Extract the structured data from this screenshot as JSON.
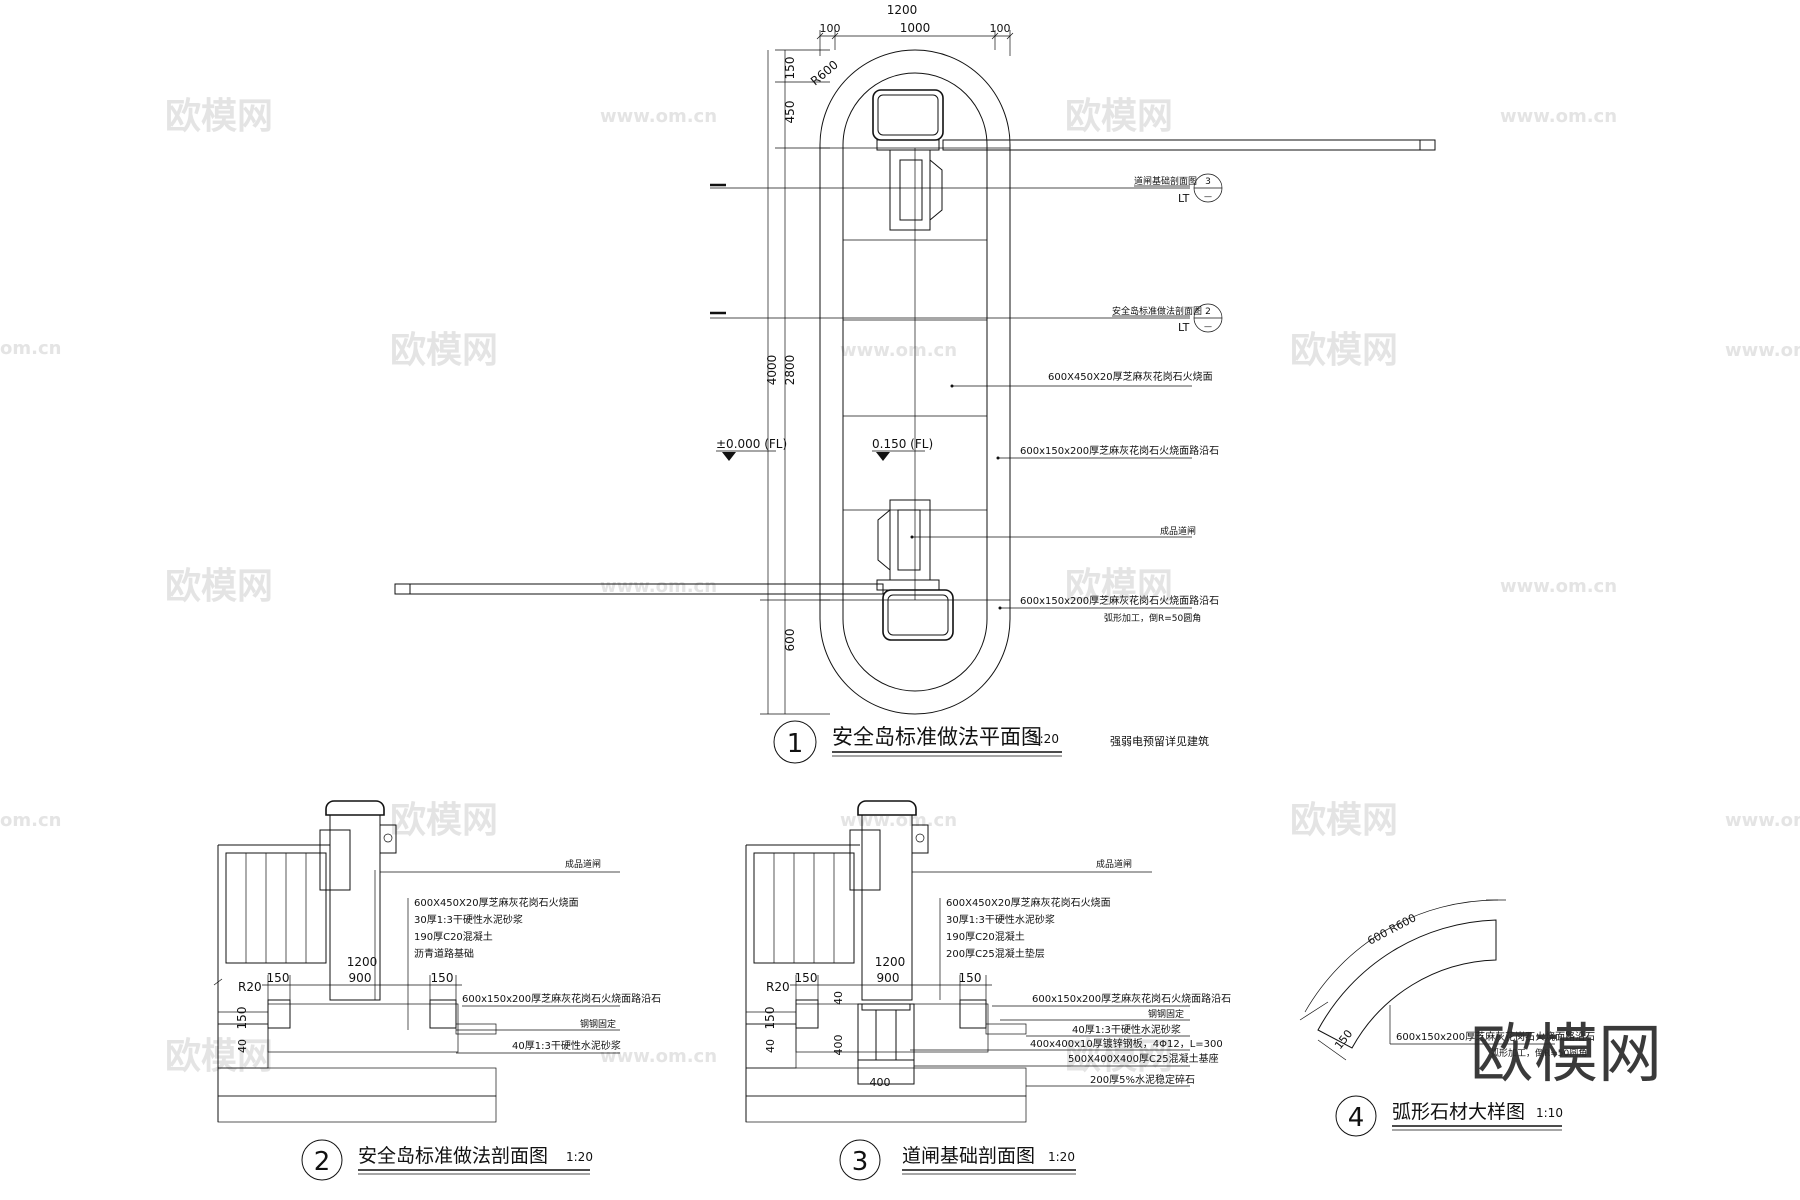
{
  "watermarks": {
    "brand": "欧模网",
    "url": "www.om.cn",
    "url_edge": "om.cn"
  },
  "plan": {
    "title": "安全岛标准做法平面图",
    "number": "1",
    "scale": "1:20",
    "note": "强弱电预留详见建筑",
    "dims_top": {
      "total": "1200",
      "left": "100",
      "middle": "1000",
      "right": "100"
    },
    "dims_left": {
      "d150": "150",
      "d450": "450",
      "d4000": "4000",
      "d2800": "2800",
      "d600": "600"
    },
    "radius": "R600",
    "elevation_left": "±0.000 (FL)",
    "elevation_center": "0.150 (FL)",
    "callouts": {
      "gate_section": "道闸基础剖面图",
      "island_section": "安全岛标准做法剖面图",
      "paving": "600X450X20厚芝麻灰花岗石火烧面",
      "curb_mid": "600x150x200厚芝麻灰花岗石火烧面路沿石",
      "gate_product": "成品道闸",
      "curb_end": "600x150x200厚芝麻灰花岗石火烧面路沿石",
      "curb_end_note": "弧形加工，倒R=50圆角"
    },
    "ref_gate": {
      "num": "3",
      "sheet": "LT",
      "dash": "—"
    },
    "ref_island": {
      "num": "2",
      "sheet": "LT",
      "dash": "—"
    }
  },
  "section2": {
    "title": "安全岛标准做法剖面图",
    "number": "2",
    "scale": "1:20",
    "labels": {
      "gate": "成品道闸",
      "l1": "600X450X20厚芝麻灰花岗石火烧面",
      "l2": "30厚1:3干硬性水泥砂浆",
      "l3": "190厚C20混凝土",
      "l4": "沥青道路基础",
      "l5": "600x150x200厚芝麻灰花岗石火烧面路沿石",
      "l6": "钢钢固定",
      "l7": "40厚1:3干硬性水泥砂浆"
    },
    "dims": {
      "d1200": "1200",
      "d150a": "150",
      "d900": "900",
      "d150b": "150",
      "r20": "R20",
      "v150": "150",
      "v40": "40"
    }
  },
  "section3": {
    "title": "道闸基础剖面图",
    "number": "3",
    "scale": "1:20",
    "labels": {
      "gate": "成品道闸",
      "l1": "600X450X20厚芝麻灰花岗石火烧面",
      "l2": "30厚1:3干硬性水泥砂浆",
      "l3": "190厚C20混凝土",
      "l4": "200厚C25混凝土垫层",
      "l5": "600x150x200厚芝麻灰花岗石火烧面路沿石",
      "l6": "钢钢固定",
      "l7": "40厚1:3干硬性水泥砂浆",
      "l8": "400x400x10厚镀锌钢板，4Φ12，L=300",
      "l9": "500X400X400厚C25混凝土基座",
      "l10": "200厚5%水泥稳定碎石"
    },
    "dims": {
      "d1200": "1200",
      "d150a": "150",
      "d900": "900",
      "d150b": "150",
      "r20": "R20",
      "v150": "150",
      "v40a": "40",
      "v400": "400",
      "v40b": "40",
      "v400b": "400"
    }
  },
  "detail4": {
    "title": "弧形石材大样图",
    "number": "4",
    "scale": "1:10",
    "dim_arc": "600 R600",
    "dim_width": "150",
    "label": "600x150x200厚芝麻灰花岗石火烧面路沿石",
    "label2": "弧形加工，倒R=50圆角"
  }
}
